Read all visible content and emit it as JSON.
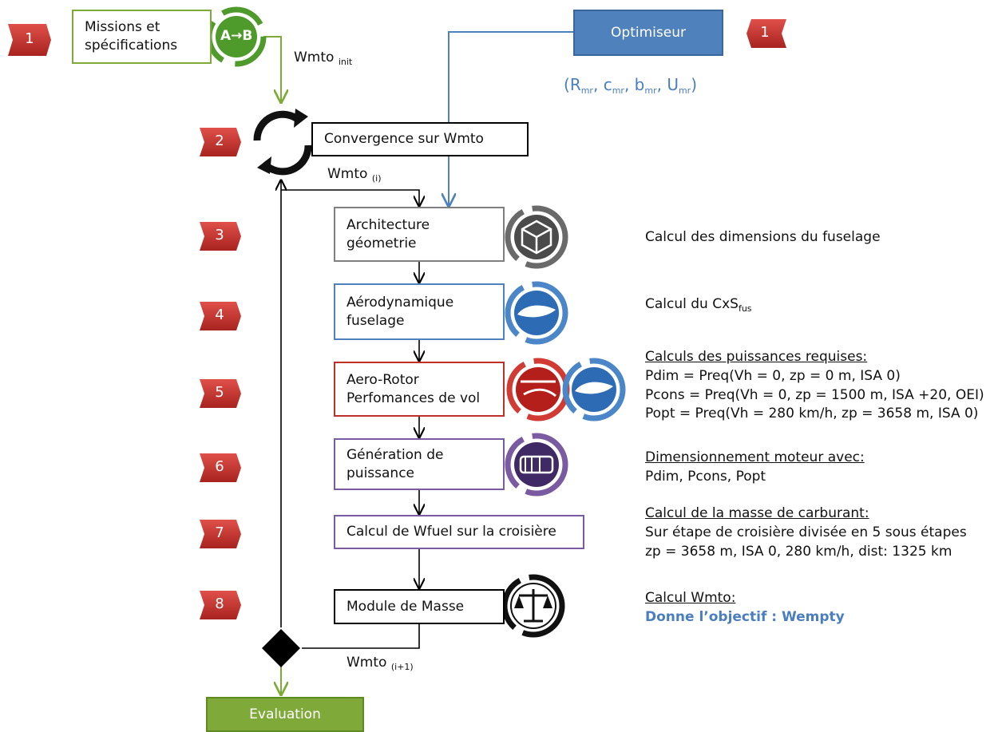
{
  "colors": {
    "green": "#7faa3a",
    "green_dark": "#4e9a2a",
    "blue": "#4f81bd",
    "blue_text": "#4a7ec0",
    "gray": "#7f7f7f",
    "red": "#c0302b",
    "purple": "#7a5aa0",
    "black": "#000000"
  },
  "markers": {
    "m1_left": "1",
    "m1_right": "1",
    "m2": "2",
    "m3": "3",
    "m4": "4",
    "m5": "5",
    "m6": "6",
    "m7": "7",
    "m8": "8"
  },
  "boxes": {
    "missions_l1": "Missions et",
    "missions_l2": "spécifications",
    "optimiseur": "Optimiseur",
    "convergence": "Convergence sur Wmto",
    "architecture_l1": "Architecture",
    "architecture_l2": "géometrie",
    "aero_l1": "Aérodynamique",
    "aero_l2": "fuselage",
    "rotor_l1": "Aero-Rotor",
    "rotor_l2": "Perfomances de vol",
    "generation_l1": "Génération de",
    "generation_l2": "puissance",
    "wfuel": "Calcul de Wfuel sur la croisière",
    "masse": "Module de Masse",
    "evaluation": "Evaluation"
  },
  "flow_labels": {
    "wmto_init_main": "Wmto",
    "wmto_init_sub": "init",
    "wmto_i_main": "Wmto",
    "wmto_i_sub": "(i)",
    "wmto_i1_main": "Wmto",
    "wmto_i1_sub": "(i+1)",
    "ab_icon": "A→B"
  },
  "variables": {
    "open": "(",
    "r_main": "R",
    "r_sub": "mr",
    "sep1": ", ",
    "c_main": "c",
    "c_sub": "mr",
    "sep2": ", ",
    "b_main": "b",
    "b_sub": "mr",
    "sep3": ", ",
    "u_main": "U",
    "u_sub": "mr",
    "close": ")"
  },
  "descriptions": {
    "architecture": "Calcul des dimensions  du fuselage",
    "aero_main": "Calcul du CxS",
    "aero_sub": "fus",
    "rotor_title": "Calculs des puissances requises:",
    "rotor_l1": "Pdim   = Preq(Vh = 0, zp = 0 m, ISA 0)",
    "rotor_l2": "Pcons = Preq(Vh = 0, zp = 1500 m, ISA +20, OEI)",
    "rotor_l3": "Popt   = Preq(Vh = 280 km/h, zp = 3658 m, ISA 0)",
    "gen_title": "Dimensionnement  moteur avec:",
    "gen_l1": "Pdim, Pcons, Popt",
    "fuel_title": "Calcul de la masse de carburant:",
    "fuel_l1": "Sur étape de croisière divisée  en 5 sous étapes",
    "fuel_l2": "zp = 3658 m, ISA 0, 280 km/h, dist: 1325 km",
    "masse_title": "Calcul Wmto:",
    "masse_objective": "Donne l’objectif : Wempty"
  }
}
